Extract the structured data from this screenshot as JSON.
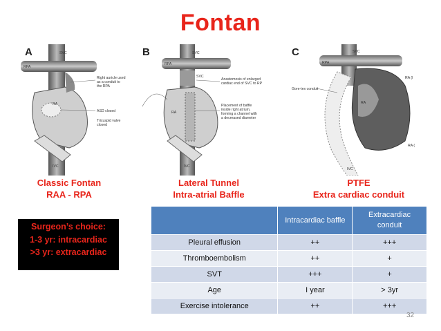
{
  "title": "Fontan",
  "figures": [
    {
      "letter": "A",
      "labels": [
        "SVC",
        "RPA",
        "Right auricle used",
        "as a conduit to",
        "the RPA",
        "RA",
        "ASD closed",
        "Tricuspid valve",
        "closed",
        "IVC"
      ],
      "caption": [
        "Classic Fontan",
        "RAA - RPA"
      ]
    },
    {
      "letter": "B",
      "labels": [
        "SVC",
        "RPA",
        "SVC",
        "Anastomosis of enlarged",
        "cardiac end of SVC to RP",
        "RA",
        "Placement of baffle",
        "inside right atrium,",
        "forming a channel with",
        "a decreased diameter",
        "IVC"
      ],
      "caption": [
        "Lateral Tunnel",
        "Intra-atrial Baffle"
      ]
    },
    {
      "letter": "C",
      "labels": [
        "SVC",
        "RPA",
        "Gore-tex conduit",
        "RA (l",
        "RA",
        "RA (",
        "IVC"
      ],
      "caption": [
        "PTFE",
        "Extra cardiac conduit"
      ]
    }
  ],
  "surgeon_choice": [
    "Surgeon’s choice:",
    "1-3 yr: intracardiac",
    ">3 yr: extracardiac"
  ],
  "table": {
    "headers": [
      "",
      "Intracardiac baffle",
      "Extracardiac conduit"
    ],
    "rows": [
      [
        "Pleural effusion",
        "++",
        "+++"
      ],
      [
        "Thromboembolism",
        "++",
        "+"
      ],
      [
        "SVT",
        "+++",
        "+"
      ],
      [
        "Age",
        "I year",
        "> 3yr"
      ],
      [
        "Exercise intolerance",
        "++",
        "+++"
      ]
    ]
  },
  "page_number": "32",
  "colors": {
    "title": "#e8251b",
    "table_header": "#4f81bd",
    "table_row_dark": "#d0d8e8",
    "table_row_light": "#e9edf4"
  }
}
